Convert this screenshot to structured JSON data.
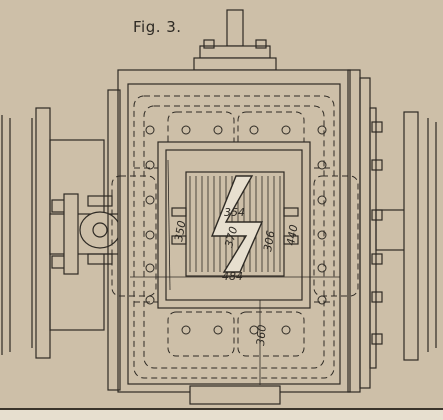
{
  "figure": {
    "label": "Fig. 3.",
    "dimensions": {
      "top_width": "354",
      "left_height": "350",
      "inner_height": "370",
      "right_inner": "306",
      "right_outer": "440",
      "bottom_width": "484",
      "lower_height": "360"
    }
  },
  "colors": {
    "paper": "#cdbfa8",
    "ink": "#2e2a24"
  }
}
